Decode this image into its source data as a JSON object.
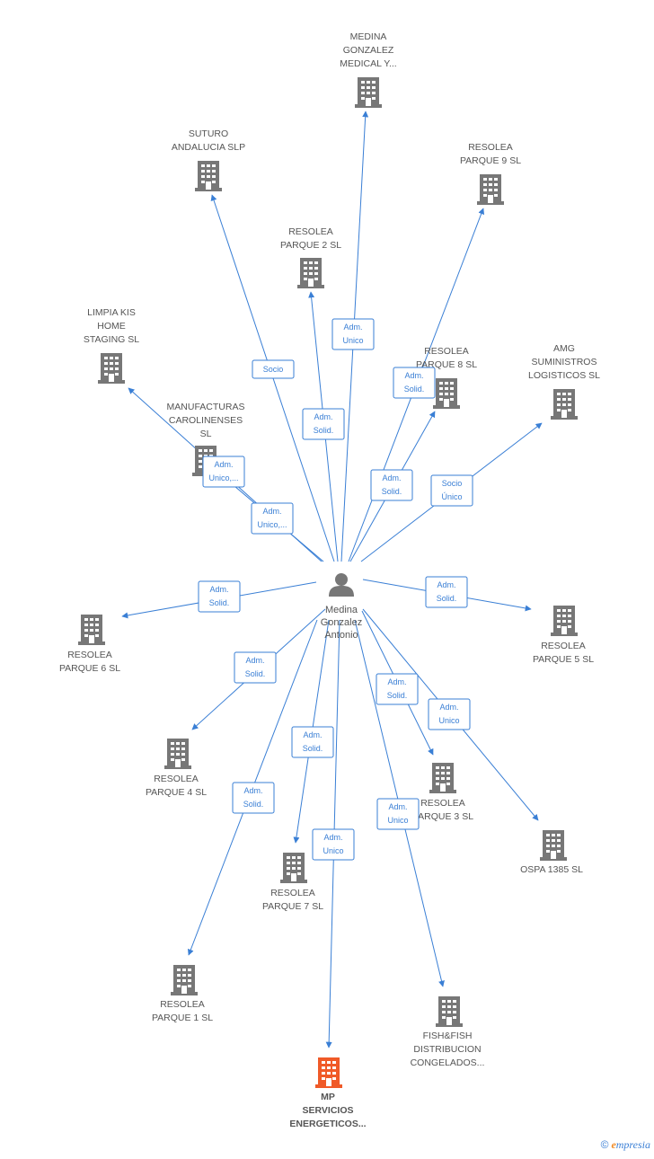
{
  "colors": {
    "edge": "#3a7fd5",
    "building": "#777777",
    "focus_building": "#f05a28",
    "person": "#777777"
  },
  "center": {
    "name_lines": [
      "Medina",
      "Gonzalez",
      "Antonio"
    ],
    "icon": "person-icon"
  },
  "nodes": [
    {
      "id": "medina-gonzalez-medical",
      "lines": [
        "MEDINA",
        "GONZALEZ",
        "MEDICAL Y..."
      ],
      "role": [
        "Adm.",
        "Unico"
      ]
    },
    {
      "id": "suturo-andalucia",
      "lines": [
        "SUTURO",
        "ANDALUCIA  SLP"
      ],
      "role": [
        "Socio"
      ]
    },
    {
      "id": "resolea-parque-9",
      "lines": [
        "RESOLEA",
        "PARQUE 9  SL"
      ],
      "role": [
        "Adm.",
        "Solid."
      ]
    },
    {
      "id": "resolea-parque-2",
      "lines": [
        "RESOLEA",
        "PARQUE 2  SL"
      ],
      "role": [
        "Adm.",
        "Solid."
      ]
    },
    {
      "id": "limpia-kis",
      "lines": [
        "LIMPIA KIS",
        "HOME",
        "STAGING  SL"
      ],
      "role": [
        "Adm.",
        "Unico,..."
      ]
    },
    {
      "id": "resolea-parque-8",
      "lines": [
        "RESOLEA",
        "PARQUE 8  SL"
      ],
      "role": [
        "Adm.",
        "Solid."
      ]
    },
    {
      "id": "amg-suministros",
      "lines": [
        "AMG",
        "SUMINISTROS",
        "LOGISTICOS  SL"
      ],
      "role": [
        "Socio",
        "Único"
      ]
    },
    {
      "id": "manufacturas-carolinenses",
      "lines": [
        "MANUFACTURAS",
        "CAROLINENSES",
        "SL"
      ],
      "role": [
        "Adm.",
        "Unico,..."
      ]
    },
    {
      "id": "resolea-parque-6",
      "lines": [
        "RESOLEA",
        "PARQUE 6  SL"
      ],
      "role": [
        "Adm.",
        "Solid."
      ]
    },
    {
      "id": "resolea-parque-5",
      "lines": [
        "RESOLEA",
        "PARQUE 5  SL"
      ],
      "role": [
        "Adm.",
        "Solid."
      ]
    },
    {
      "id": "resolea-parque-4",
      "lines": [
        "RESOLEA",
        "PARQUE 4  SL"
      ],
      "role": [
        "Adm.",
        "Solid."
      ]
    },
    {
      "id": "resolea-parque-3",
      "lines": [
        "RESOLEA",
        "PARQUE 3  SL"
      ],
      "role": [
        "Adm.",
        "Solid."
      ]
    },
    {
      "id": "ospa-1385",
      "lines": [
        "OSPA 1385  SL"
      ],
      "role": [
        "Adm.",
        "Unico"
      ]
    },
    {
      "id": "resolea-parque-7",
      "lines": [
        "RESOLEA",
        "PARQUE 7  SL"
      ],
      "role": [
        "Adm.",
        "Solid."
      ]
    },
    {
      "id": "resolea-parque-1",
      "lines": [
        "RESOLEA",
        "PARQUE 1  SL"
      ],
      "role": [
        "Adm.",
        "Solid."
      ]
    },
    {
      "id": "fish-and-fish",
      "lines": [
        "FISH&FISH",
        "DISTRIBUCION",
        "CONGELADOS..."
      ],
      "role": [
        "Adm.",
        "Unico"
      ]
    },
    {
      "id": "mp-servicios-energeticos",
      "lines": [
        "MP",
        "SERVICIOS",
        "ENERGETICOS..."
      ],
      "role": [
        "Adm.",
        "Unico"
      ],
      "focus": true
    }
  ],
  "brand": {
    "copyright": "©",
    "initial": "e",
    "rest": "mpresia"
  }
}
